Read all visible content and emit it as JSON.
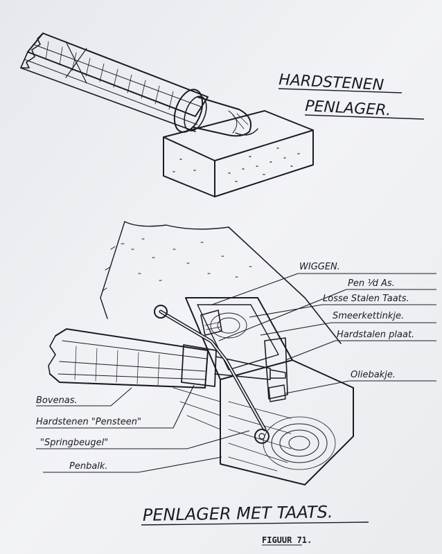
{
  "upper_title_line1": "HARDSTENEN",
  "upper_title_line2": "PENLAGER.",
  "callouts_right": {
    "wiggen": "WIGGEN.",
    "pen": "Pen ⅟d As.",
    "losse": "Losse Stalen Taats.",
    "smeer": "Smeerkettinkje.",
    "hardstalen": "Hardstalen plaat.",
    "oliebakje": "Oliebakje."
  },
  "callouts_left": {
    "bovenas": "Bovenas.",
    "pensteen": "Hardstenen \"Pensteen\"",
    "springbeugel": "\"Springbeugel\"",
    "penbalk": "Penbalk."
  },
  "caption": "PENLAGER MET TAATS.",
  "figure_number": "FIGUUR 71."
}
